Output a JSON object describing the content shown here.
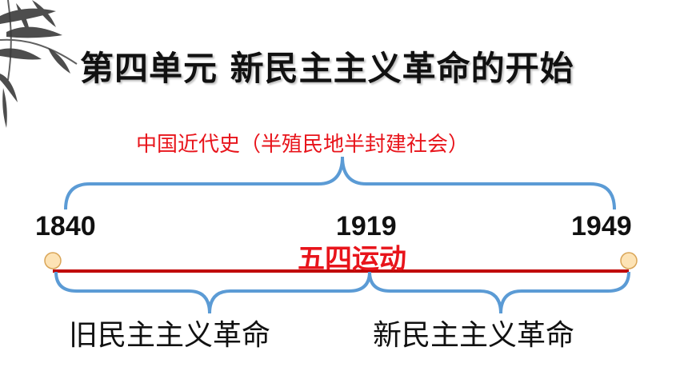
{
  "title": "第四单元  新民主主义革命的开始",
  "subtitle": "中国近代史（半殖民地半封建社会）",
  "years": {
    "start": "1840",
    "middle": "1919",
    "end": "1949"
  },
  "event": "五四运动",
  "periods": {
    "old": "旧民主主义革命",
    "new": "新民主主义革命"
  },
  "colors": {
    "accent_red": "#e8141b",
    "timeline_line": "#c00000",
    "brace_blue": "#5b9bd5",
    "marker_fill": "#fde3b5",
    "marker_stroke": "#d9a557"
  },
  "icons": [
    "bamboo-leaves-decoration-icon",
    "timeline-start-marker-icon",
    "timeline-end-marker-icon"
  ]
}
